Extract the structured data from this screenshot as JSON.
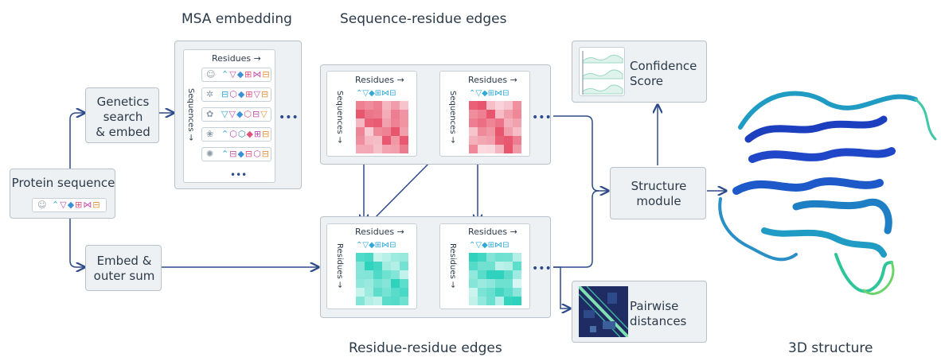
{
  "titles": {
    "msa": "MSA embedding",
    "seq_res": "Sequence-residue edges",
    "res_res": "Residue-residue edges",
    "structure3d": "3D structure"
  },
  "nodes": {
    "protein": "Protein sequence",
    "genetics": "Genetics\nsearch\n& embed",
    "embed": "Embed &\nouter sum",
    "structure_module": "Structure\nmodule",
    "confidence": "Confidence\nScore",
    "pairwise": "Pairwise\ndistances"
  },
  "axis": {
    "residues": "Residues →",
    "sequences": "Sequences →"
  },
  "colors": {
    "pink": "#e8566e",
    "teal": "#2fd3bd",
    "arrow": "#2d4a8a",
    "box_bg": "#eef1f3",
    "protein_blue": "#1b3fbf"
  },
  "icons": [
    "person-icon",
    "bacteria-icon",
    "bird-icon",
    "fish-icon",
    "virus-icon"
  ],
  "ellipsis": "•••"
}
